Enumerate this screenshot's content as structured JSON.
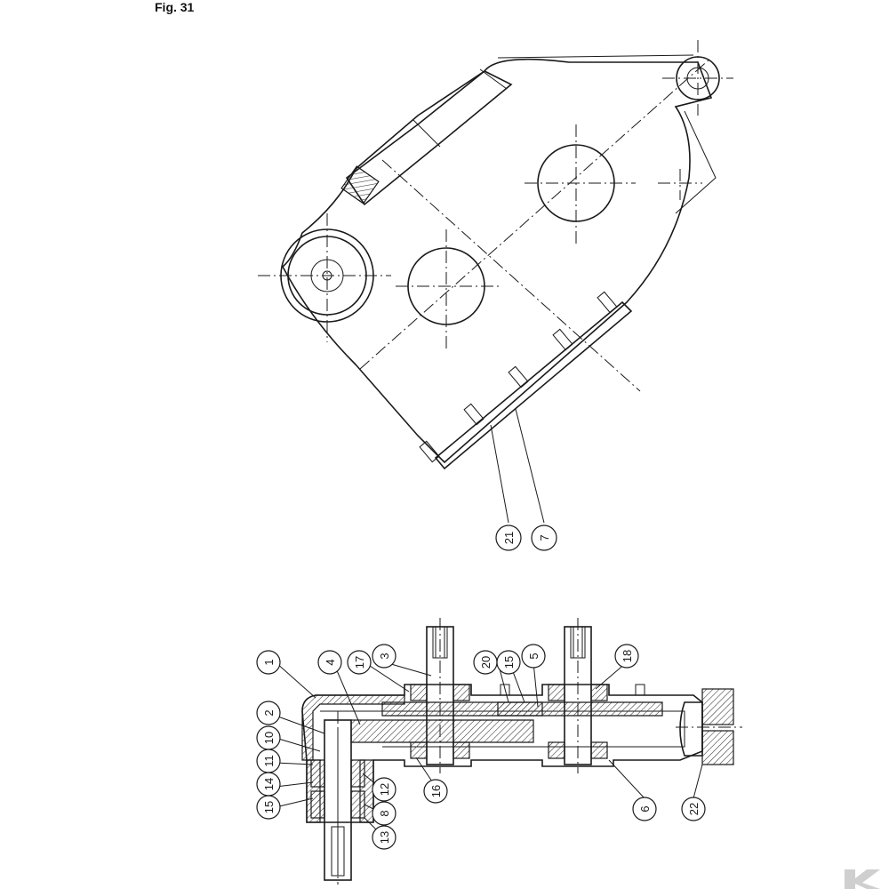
{
  "figure": {
    "title": "Fig. 31"
  },
  "top_view": {
    "callouts": [
      "21",
      "7"
    ]
  },
  "section_view": {
    "callouts": [
      "1",
      "4",
      "17",
      "3",
      "20",
      "15",
      "5",
      "18",
      "2",
      "10",
      "11",
      "14",
      "15",
      "12",
      "16",
      "6",
      "22",
      "8",
      "13"
    ]
  },
  "colors": {
    "line": "#1a1a1a",
    "background": "#ffffff",
    "watermark": "#cfcfcf"
  }
}
